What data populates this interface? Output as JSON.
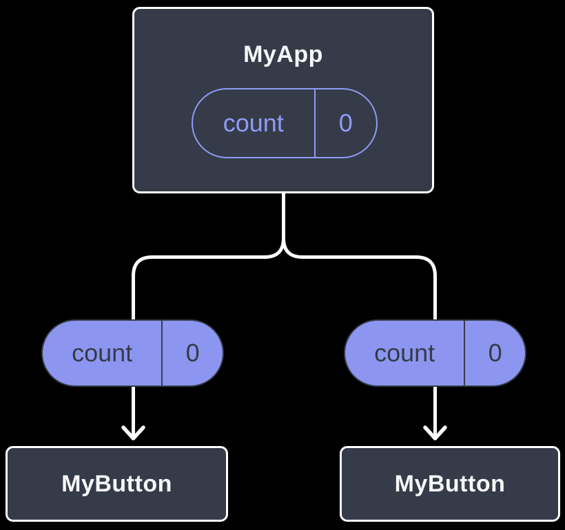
{
  "diagram": {
    "description": "React component tree with state passed down as props",
    "root": {
      "label": "MyApp",
      "state": {
        "name": "count",
        "value": "0"
      }
    },
    "children": [
      {
        "label": "MyButton",
        "prop": {
          "name": "count",
          "value": "0"
        }
      },
      {
        "label": "MyButton",
        "prop": {
          "name": "count",
          "value": "0"
        }
      }
    ],
    "colors": {
      "background": "#000000",
      "node_fill": "#353b48",
      "node_border": "#ffffff",
      "node_text": "#f6f7f9",
      "state_pill_accent": "#8e9cf6",
      "prop_pill_fill": "#8c96f0",
      "prop_pill_text": "#353b48",
      "connector": "#ffffff"
    }
  }
}
